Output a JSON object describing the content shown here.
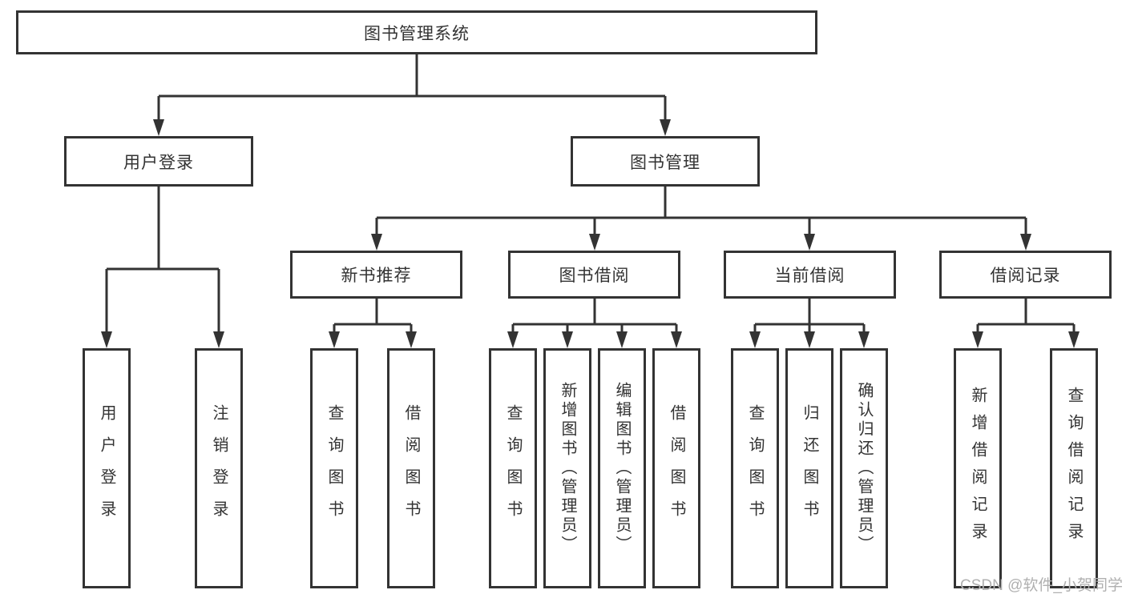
{
  "diagram_title": "图书管理系统",
  "colors": {
    "line": "#333333",
    "text": "#333333",
    "box_background": "#ffffff",
    "page_background": "#ffffff",
    "watermark": "#b0b0b0"
  },
  "watermark": {
    "text": "CSDN @软件_小贺同学"
  },
  "tree": {
    "label": "图书管理系统",
    "children": [
      {
        "label": "用户登录",
        "children": [
          {
            "label": "用户登录"
          },
          {
            "label": "注销登录"
          }
        ]
      },
      {
        "label": "图书管理",
        "children": [
          {
            "label": "新书推荐",
            "children": [
              {
                "label": "查询图书"
              },
              {
                "label": "借阅图书"
              }
            ]
          },
          {
            "label": "图书借阅",
            "children": [
              {
                "label": "查询图书"
              },
              {
                "label": "新增图书（管理员）"
              },
              {
                "label": "编辑图书（管理员）"
              },
              {
                "label": "借阅图书"
              }
            ]
          },
          {
            "label": "当前借阅",
            "children": [
              {
                "label": "查询图书"
              },
              {
                "label": "归还图书"
              },
              {
                "label": "确认归还（管理员）"
              }
            ]
          },
          {
            "label": "借阅记录",
            "children": [
              {
                "label": "新增借阅记录"
              },
              {
                "label": "查询借阅记录"
              }
            ]
          }
        ]
      }
    ]
  }
}
